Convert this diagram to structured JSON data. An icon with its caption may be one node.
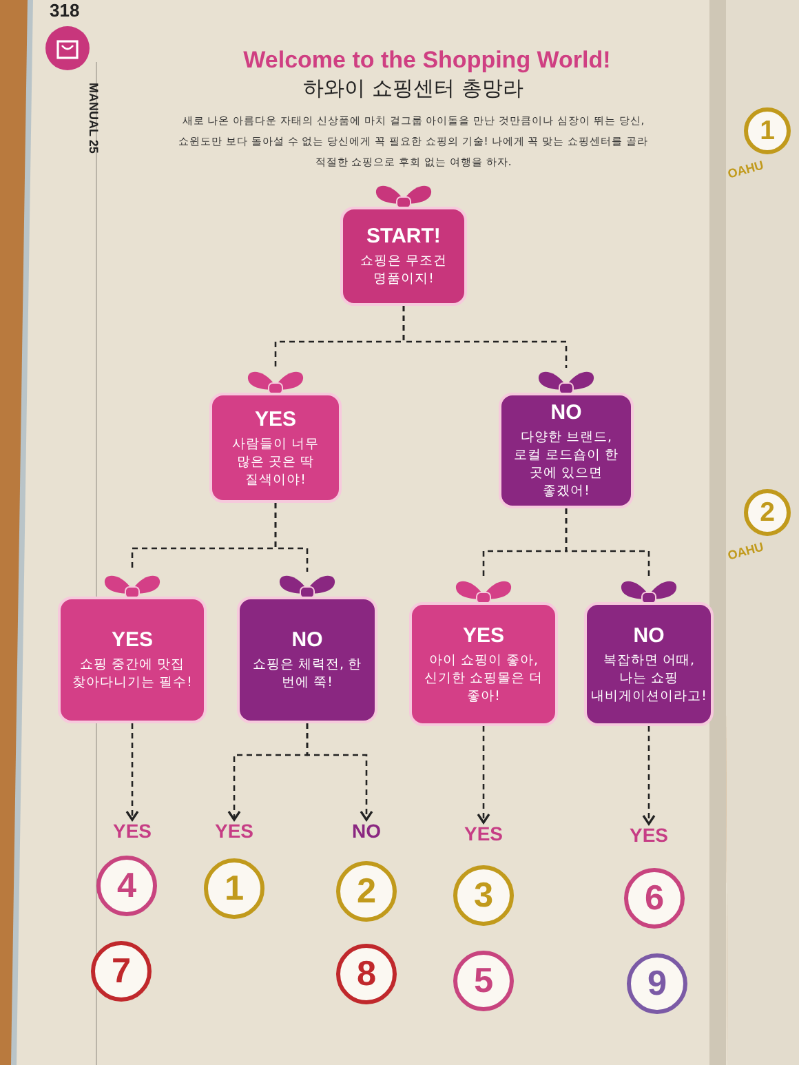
{
  "diagram": {
    "title": "Welcome to the Shopping World!",
    "nodes": [
      {
        "text": [
          "START!",
          "쇼핑은 무조건 명품이지!"
        ]
      },
      {
        "text": [
          "YES",
          "사람들이 너무 많은 곳은 딱 질색이야!"
        ]
      },
      {
        "text": [
          "NO",
          "다양한 브랜드, 로컬 로드숍이 한 곳에 있으면 좋겠어!"
        ]
      },
      {
        "text": [
          "YES",
          "쇼핑 중간에 맛집 찾아다니기는 필수!"
        ]
      },
      {
        "text": [
          "NO",
          "쇼핑은 체력전, 한 번에 쭉!"
        ]
      },
      {
        "text": [
          "YES",
          "아이 쇼핑이 좋아, 신기한 쇼핑몰은 더 좋아!"
        ]
      },
      {
        "text": [
          "NO",
          "복잡하면 어때, 나는 쇼핑 내비게이션이라고!"
        ]
      },
      {
        "text": [
          "YES"
        ]
      },
      {
        "text": [
          "4"
        ]
      },
      {
        "text": [
          "7"
        ]
      },
      {
        "text": [
          "YES"
        ]
      },
      {
        "text": [
          "1"
        ]
      },
      {
        "text": [
          "NO"
        ]
      },
      {
        "text": [
          "2"
        ]
      },
      {
        "text": [
          "8"
        ]
      },
      {
        "text": [
          "YES"
        ]
      },
      {
        "text": [
          "3"
        ]
      },
      {
        "text": [
          "5"
        ]
      },
      {
        "text": [
          "YES"
        ]
      },
      {
        "text": [
          "6"
        ]
      },
      {
        "text": [
          "9"
        ]
      },
      {
        "text": [
          "1"
        ]
      },
      {
        "text": [
          "2"
        ]
      }
    ],
    "edges": [
      {
        "from": 0,
        "to": 1,
        "arrow": "none",
        "style": "dashed"
      },
      {
        "from": 0,
        "to": 2,
        "arrow": "none",
        "style": "dashed"
      },
      {
        "from": 1,
        "to": 3,
        "arrow": "none",
        "style": "dashed"
      },
      {
        "from": 1,
        "to": 4,
        "arrow": "none",
        "style": "dashed"
      },
      {
        "from": 2,
        "to": 5,
        "arrow": "none",
        "style": "dashed"
      },
      {
        "from": 2,
        "to": 6,
        "arrow": "none",
        "style": "dashed"
      },
      {
        "from": 3,
        "to": 7,
        "arrow": "to",
        "style": "dashed"
      },
      {
        "from": 4,
        "to": 10,
        "arrow": "to",
        "style": "dashed"
      },
      {
        "from": 4,
        "to": 12,
        "arrow": "to",
        "style": "dashed"
      },
      {
        "from": 5,
        "to": 15,
        "arrow": "to",
        "style": "dashed"
      },
      {
        "from": 6,
        "to": 18,
        "arrow": "to",
        "style": "dashed"
      }
    ],
    "labels": [
      "318",
      "MANUAL 25",
      "하와이 쇼핑센터 총망라",
      "새로 나온 아름다운 자태의 신상품에 마치 걸그룹 아이돌을 만난 것만큼이나 심장이 뛰는 당신, 쇼윈도만 보다 돌아설 수 없는 당신에게 꼭 필요한 쇼핑의 기술! 나에게 꼭 맞는 쇼핑센터를 골라 적절한 쇼핑으로 후회 없는 여행을 하자.",
      "OAHU",
      "OAHU"
    ]
  }
}
